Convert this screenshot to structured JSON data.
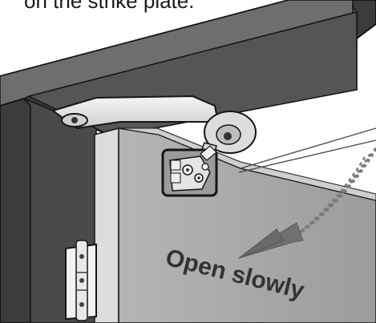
{
  "caption": "on the strike plate.",
  "arrow_label": "Open slowly",
  "colors": {
    "frame_face": "#3a3a3a",
    "frame_top": "#707070",
    "frame_outline": "#151515",
    "door_face": "#a9a9a9",
    "door_edge": "#d9d9d9",
    "arm": "#e6e6e6",
    "arrow": "#707070",
    "text": "#333333"
  },
  "icons": [
    "door-closer-arm",
    "hinge-icon",
    "open-direction-arrow"
  ]
}
